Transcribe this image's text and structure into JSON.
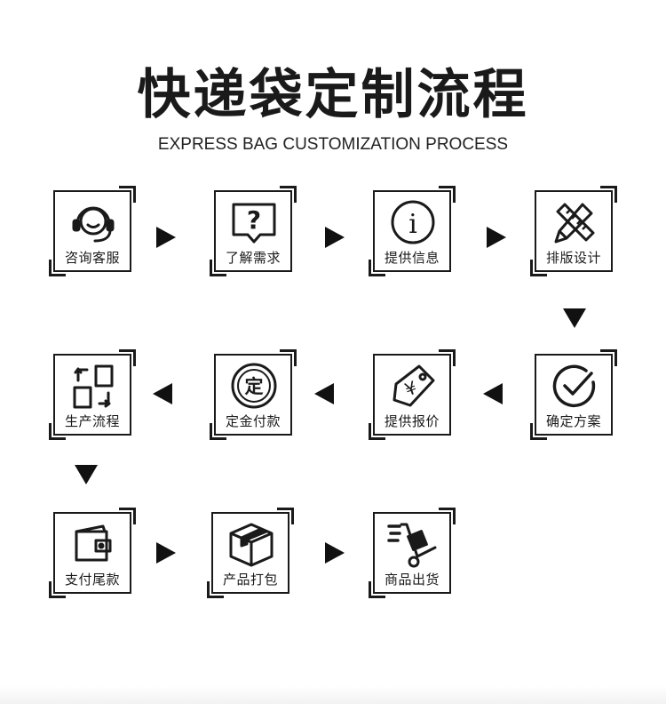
{
  "header": {
    "title": "快递袋定制流程",
    "subtitle": "EXPRESS BAG CUSTOMIZATION PROCESS"
  },
  "steps": [
    {
      "label": "咨询客服",
      "icon": "headset-icon"
    },
    {
      "label": "了解需求",
      "icon": "question-bubble-icon"
    },
    {
      "label": "提供信息",
      "icon": "info-icon"
    },
    {
      "label": "排版设计",
      "icon": "pencil-ruler-icon"
    },
    {
      "label": "确定方案",
      "icon": "check-circle-icon"
    },
    {
      "label": "提供报价",
      "icon": "price-tag-icon"
    },
    {
      "label": "定金付款",
      "icon": "deposit-stamp-icon"
    },
    {
      "label": "生产流程",
      "icon": "production-flow-icon"
    },
    {
      "label": "支付尾款",
      "icon": "wallet-icon"
    },
    {
      "label": "产品打包",
      "icon": "package-box-icon"
    },
    {
      "label": "商品出货",
      "icon": "hand-truck-icon"
    }
  ],
  "icon_text": {
    "question": "?",
    "info": "i",
    "deposit": "定",
    "yuan": "¥"
  },
  "colors": {
    "stroke": "#1a1a1a",
    "background": "#ffffff"
  }
}
